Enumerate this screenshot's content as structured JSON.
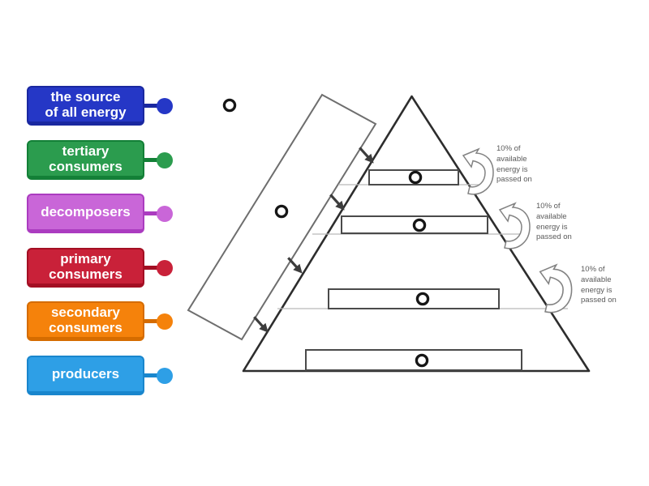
{
  "activity": {
    "type": "labelled-diagram",
    "background_color": "#ffffff"
  },
  "labels": [
    {
      "id": "the-source-of-all-energy",
      "text": "the source\nof all energy",
      "fill": "#2537c6",
      "border": "#1a28a0"
    },
    {
      "id": "tertiary-consumers",
      "text": "tertiary\nconsumers",
      "fill": "#2b9c4e",
      "border": "#138037"
    },
    {
      "id": "decomposers",
      "text": "decomposers",
      "fill": "#c966d8",
      "border": "#ab3cc0"
    },
    {
      "id": "primary-consumers",
      "text": "primary\nconsumers",
      "fill": "#c92139",
      "border": "#a30f23"
    },
    {
      "id": "secondary-consumers",
      "text": "secondary\nconsumers",
      "fill": "#f5820b",
      "border": "#d56c00"
    },
    {
      "id": "producers",
      "text": "producers",
      "fill": "#2e9fe6",
      "border": "#1986cd"
    }
  ],
  "diagram": {
    "description": "energy pyramid with four trophic level answer boxes, a tilted energy-input arrow box, and six drop points",
    "annotations": [
      "10% of\navailable\nenergy is\npassed on",
      "10% of\navailable\nenergy is\npassed on",
      "10% of\navailable\nenergy is\npassed on"
    ],
    "drop_point_count": 6,
    "line_color": "#2d2d2d",
    "note_color": "#5a5a5a"
  }
}
